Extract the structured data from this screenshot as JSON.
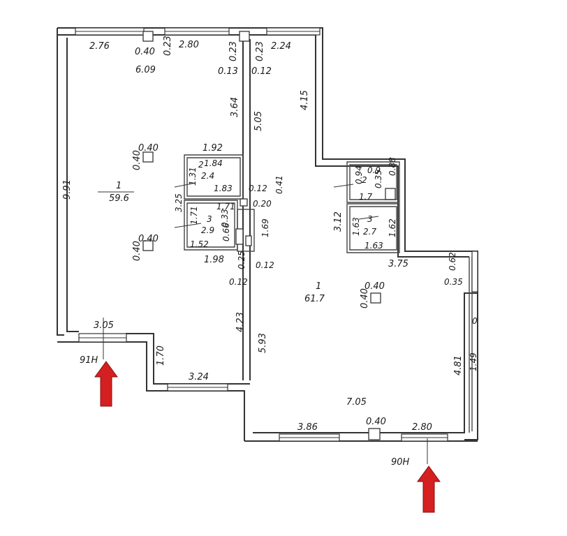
{
  "labels": {
    "top_w1": "2.76",
    "top_col": "0.40",
    "top_t1": "0.23",
    "top_w2": "2.80",
    "top_t2": "0.23",
    "top_t3": "0.23",
    "top_w3": "2.24",
    "top_span": "6.09",
    "top_t4": "0.13",
    "top_t5": "0.12",
    "right_seg": "4.15",
    "partition_1": "3.64",
    "partition_2": "5.05",
    "left_height": "9.91",
    "col_a": "0.40",
    "col_a2": "0.40",
    "room1_num": "1",
    "room1_area": "59.6",
    "bath_w": "1.92",
    "bath_num": "2",
    "bath_area": "2.4",
    "bath_d": "1.84",
    "bath_h": "1.31",
    "bath_w2": "1.83",
    "bath_t": "0.12",
    "bath_t2": "0.41",
    "wc_w": "1.71",
    "wc_t": "0.20",
    "wc_h": "1.71",
    "wc_num": "3",
    "wc_area": "2.9",
    "wc_d": "0.33",
    "wc_d2": "0.66",
    "wc_w2": "1.52",
    "wc_h2": "1.69",
    "wc_left": "3.25",
    "col_b": "0.40",
    "col_b2": "0.40",
    "bottom_left_w": "1.98",
    "bottom_t1": "0.25",
    "bottom_t2": "0.12",
    "bottom_t3": "0.12",
    "left_win": "3.05",
    "left_door": "1.70",
    "left_part": "4.23",
    "mid_part": "5.93",
    "bottom_win": "3.24",
    "mark_91": "91Н",
    "r_bath_w": "0.9",
    "r_bath_t": "0.94",
    "r_bath_t2": "0.35",
    "r_bath_t3": "0.88",
    "r_bath_num": "2",
    "r_bath_area": "1.7",
    "r_wc_h": "3.12",
    "r_wc_num": "3",
    "r_wc_area": "2.7",
    "r_wc_d": "1.63",
    "r_wc_d2": "1.62",
    "r_wc_w": "1.63",
    "room2_num": "1",
    "room2_area": "61.7",
    "col_c": "0.40",
    "col_c2": "0.40",
    "r_step": "3.75",
    "r_t1": "0.62",
    "r_t2": "0.35",
    "r_h": "4.81",
    "r_cut": "1.49",
    "r_cut2": "0",
    "bottom_span": "7.05",
    "win_a": "3.86",
    "col_d": "0.40",
    "win_b": "2.80",
    "mark_90": "90Н"
  }
}
